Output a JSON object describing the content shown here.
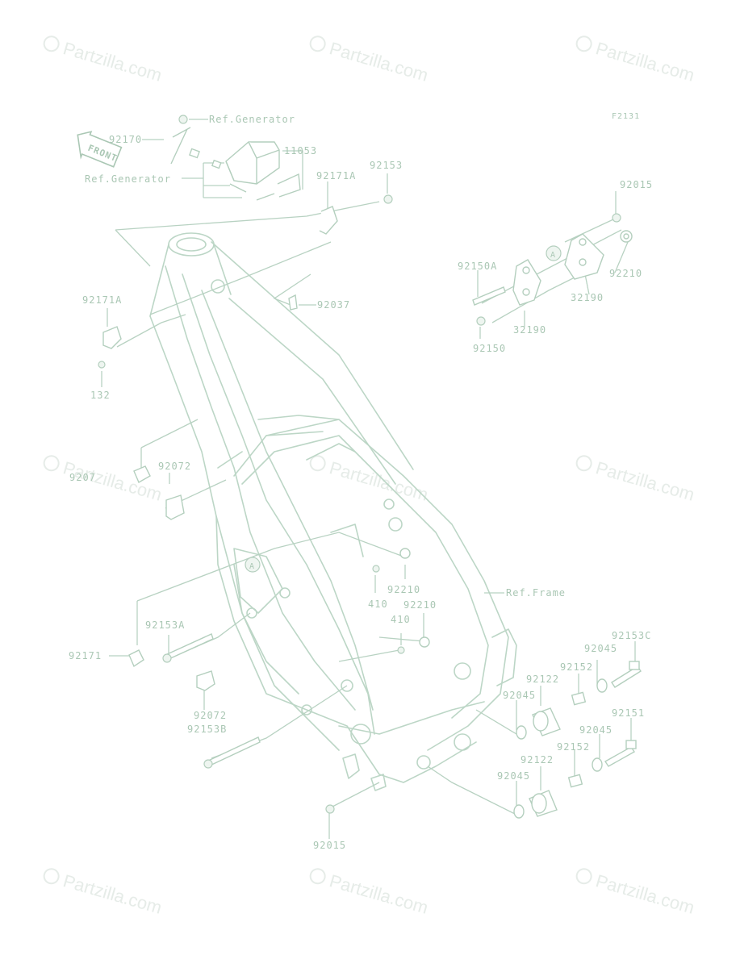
{
  "diagram_code": "F2131",
  "watermark_text": "Partzilla.com",
  "front_label": "FRONT",
  "labels": {
    "ref_generator_top": "Ref.Generator",
    "ref_generator_left": "Ref.Generator",
    "ref_frame": "Ref.Frame",
    "p92170": "92170",
    "p11053": "11053",
    "p92171A_top": "92171A",
    "p92153_top": "92153",
    "p92037": "92037",
    "p92171A_left": "92171A",
    "p132": "132",
    "p92015_top": "92015",
    "p92150A": "92150A",
    "p92210_right": "92210",
    "p32190_a": "32190",
    "p32190_b": "32190",
    "p92150": "92150",
    "p92072_top": "92072",
    "p92071_partial": "9207",
    "p92210_a": "92210",
    "p410_a": "410",
    "p92210_b": "92210",
    "p410_b": "410",
    "p92153A": "92153A",
    "p92171": "92171",
    "p92072_bottom": "92072",
    "p92153B": "92153B",
    "p92122_a": "92122",
    "p92045_a": "92045",
    "p92152_a": "92152",
    "p92045_b": "92045",
    "p92153C": "92153C",
    "p92151": "92151",
    "p92045_c": "92045",
    "p92152_b": "92152",
    "p92122_b": "92122",
    "p92045_d": "92045",
    "p92015_bottom": "92015",
    "ref_A_top": "A",
    "ref_A_frame": "A"
  },
  "colors": {
    "line": "#b8d2c2",
    "label": "#aac7b4",
    "watermark": "#e6ece8",
    "background": "#ffffff"
  }
}
